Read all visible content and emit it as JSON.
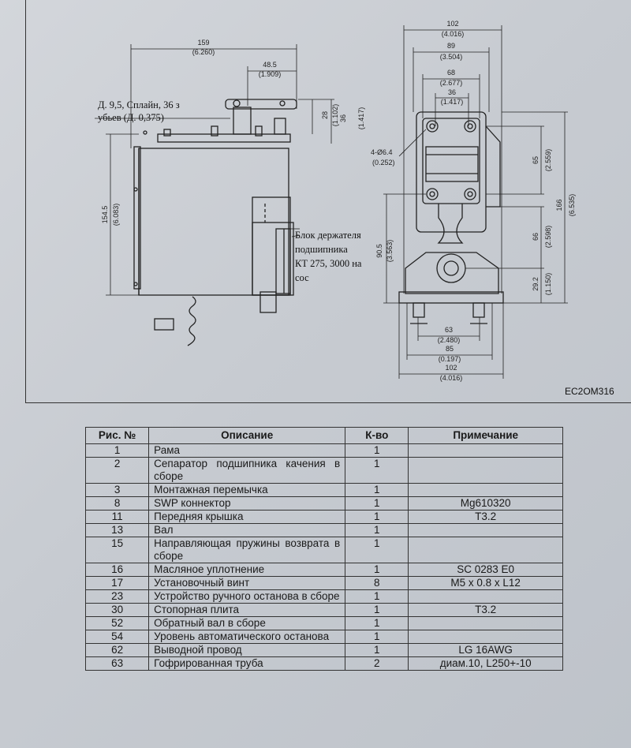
{
  "drawing": {
    "left_dims": {
      "width_159": "159",
      "width_159_in": "(6.260)",
      "width_48": "48.5",
      "width_48_in": "(1.909)",
      "h28": "28",
      "h28_in": "(1.102)",
      "h36": "36",
      "h36_in": "(1.417)",
      "h154": "154.5",
      "h154_in": "(6.083)",
      "h90": "90.5",
      "h90_in": "(3.563)"
    },
    "spline_note_line1": "Д. 9,5, Сплайн, 36 з",
    "spline_note_line2": "убьев (Д. 0,375)",
    "bearing_note_line1": "Блок держателя",
    "bearing_note_line2": "подшипника",
    "bearing_note_line3": "КТ 275, 3000 на",
    "bearing_note_line4": "сос",
    "right_dims": {
      "w102": "102",
      "w102_in": "(4.016)",
      "w89": "89",
      "w89_in": "(3.504)",
      "w68": "68",
      "w68_in": "(2.677)",
      "w36": "36",
      "w36_in": "(1.417)",
      "hole": "4-Ø6.4",
      "hole_in": "(0.252)",
      "h65": "65",
      "h65_in": "(2.559)",
      "h166": "166",
      "h166_in": "(6.535)",
      "h66": "66",
      "h66_in": "(2.598)",
      "h29": "29.2",
      "h29_in": "(1.150)",
      "w63": "63",
      "w63_in": "(2.480)",
      "w85": "85",
      "w85_in": "(0.197)",
      "w102b": "102",
      "w102b_in": "(4.016)"
    },
    "code": "EC2OM316"
  },
  "table": {
    "headers": [
      "Рис. №",
      "Описание",
      "К-во",
      "Примечание"
    ],
    "rows": [
      {
        "no": "1",
        "desc": "Рама",
        "qty": "1",
        "note": ""
      },
      {
        "no": "2",
        "desc": "Сепаратор подшипника качения в сборе",
        "qty": "1",
        "note": ""
      },
      {
        "no": "3",
        "desc": "Монтажная перемычка",
        "qty": "1",
        "note": ""
      },
      {
        "no": "8",
        "desc": "SWP коннектор",
        "qty": "1",
        "note": "Mg610320"
      },
      {
        "no": "11",
        "desc": "Передняя крышка",
        "qty": "1",
        "note": "T3.2"
      },
      {
        "no": "13",
        "desc": "Вал",
        "qty": "1",
        "note": ""
      },
      {
        "no": "15",
        "desc": "Направляющая пружины возврата в сборе",
        "qty": "1",
        "note": ""
      },
      {
        "no": "16",
        "desc": "Масляное уплотнение",
        "qty": "1",
        "note": "SC 0283 E0"
      },
      {
        "no": "17",
        "desc": "Установочный винт",
        "qty": "8",
        "note": "M5 x 0.8 x L12"
      },
      {
        "no": "23",
        "desc": "Устройство ручного останова в сборе",
        "qty": "1",
        "note": ""
      },
      {
        "no": "30",
        "desc": "Стопорная плита",
        "qty": "1",
        "note": "T3.2"
      },
      {
        "no": "52",
        "desc": "Обратный вал в сборе",
        "qty": "1",
        "note": ""
      },
      {
        "no": "54",
        "desc": "Уровень автоматического останова",
        "qty": "1",
        "note": ""
      },
      {
        "no": "62",
        "desc": "Выводной провод",
        "qty": "1",
        "note": "LG 16AWG"
      },
      {
        "no": "63",
        "desc": "Гофрированная труба",
        "qty": "2",
        "note": "диам.10, L250+-10"
      }
    ]
  }
}
